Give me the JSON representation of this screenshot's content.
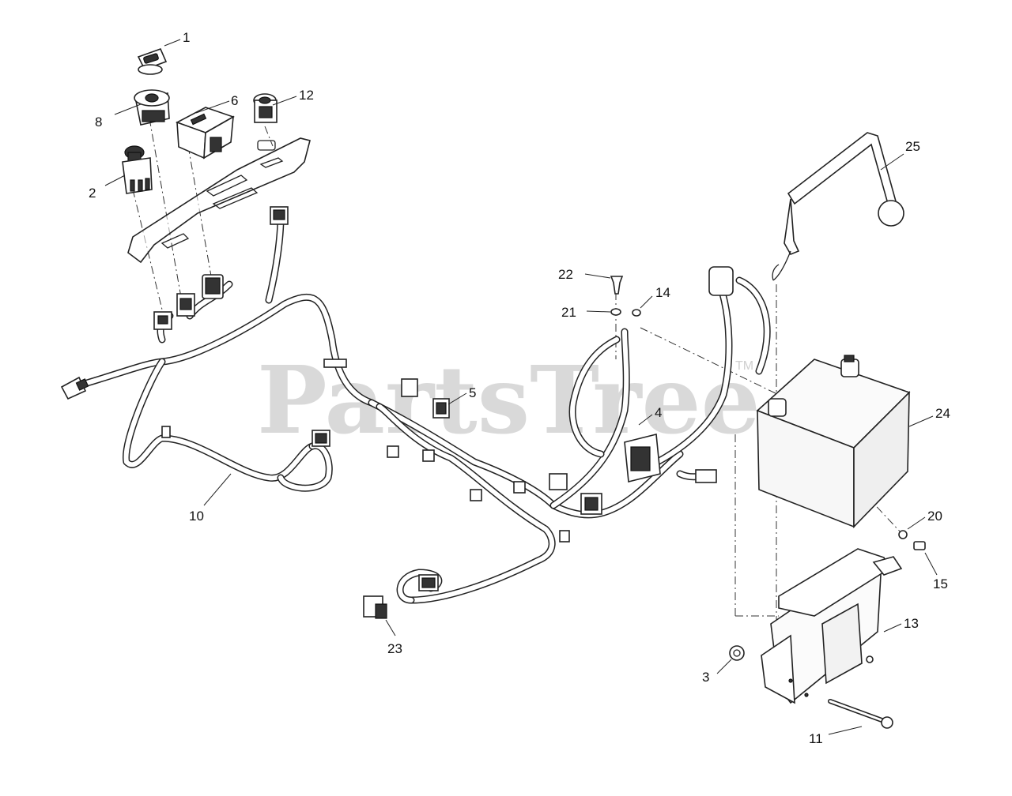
{
  "watermark": {
    "brand": "PartsTree",
    "trademark": "TM"
  },
  "callouts": {
    "c1": "1",
    "c2": "2",
    "c3": "3",
    "c4": "4",
    "c5": "5",
    "c6": "6",
    "c8": "8",
    "c10": "10",
    "c11": "11",
    "c12": "12",
    "c13": "13",
    "c14": "14",
    "c15": "15",
    "c20": "20",
    "c21": "21",
    "c22": "22",
    "c23": "23",
    "c24": "24",
    "c25": "25"
  }
}
